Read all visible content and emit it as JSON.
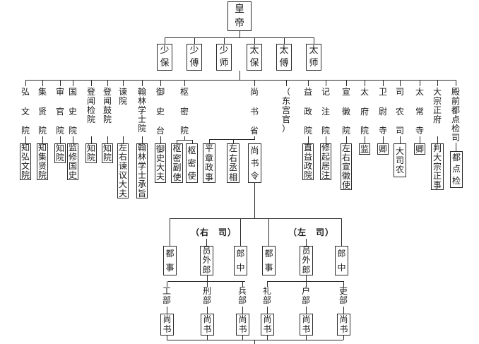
{
  "emperor": {
    "label": "皇帝"
  },
  "three_teachers": [
    {
      "label": "少保"
    },
    {
      "label": "少傅"
    },
    {
      "label": "少师"
    },
    {
      "label": "太保"
    },
    {
      "label": "太傅"
    },
    {
      "label": "太师"
    }
  ],
  "departments": [
    {
      "name": "弘文院",
      "official": "知弘文院"
    },
    {
      "name": "集贤院",
      "official": "知集贤院"
    },
    {
      "name": "审官院",
      "official": "知院"
    },
    {
      "name": "国史院",
      "official": "监修国史"
    },
    {
      "name": "登闻检院",
      "official": "知院"
    },
    {
      "name": "登闻鼓院",
      "official": "知院"
    },
    {
      "name": "谏院",
      "official": "左右谏议大夫"
    },
    {
      "name": "翰林学士院",
      "official": "翰林学士承旨"
    },
    {
      "name": "御史台",
      "official": "御史大夫"
    },
    {
      "name": "枢密院",
      "officials": [
        "枢密副使",
        "枢密使"
      ]
    },
    {
      "name": "尚书省",
      "officials": [
        "平章政事",
        "左右丞相",
        "尚书令"
      ]
    },
    {
      "name": "（东宫官）"
    },
    {
      "name": "益政院",
      "official": "直益政院"
    },
    {
      "name": "记注院",
      "official": "修起居注"
    },
    {
      "name": "宣徽院",
      "official": "左右宣徽使"
    },
    {
      "name": "太府院",
      "official": "监"
    },
    {
      "name": "卫尉寺",
      "official": "卿"
    },
    {
      "name": "司农司",
      "official": "大司农"
    },
    {
      "name": "太常寺",
      "official": "卿"
    },
    {
      "name": "大宗正府",
      "official": "判大宗正事"
    },
    {
      "name": "殿前都点检司",
      "official": "都点检"
    }
  ],
  "secretariat": {
    "right_office": {
      "label": "（右　司）",
      "officials": [
        "都事",
        "员外郎",
        "郎中"
      ],
      "ministries": [
        {
          "name": "工部",
          "head": "尚书"
        },
        {
          "name": "刑部",
          "head": "尚书"
        },
        {
          "name": "兵部",
          "head": "尚书"
        }
      ]
    },
    "left_office": {
      "label": "（左　司）",
      "officials": [
        "都事",
        "员外郎",
        "郎中"
      ],
      "ministries": [
        {
          "name": "礼部",
          "head": "尚书"
        },
        {
          "name": "户部",
          "head": "尚书"
        },
        {
          "name": "吏部",
          "head": "尚书"
        }
      ]
    }
  }
}
